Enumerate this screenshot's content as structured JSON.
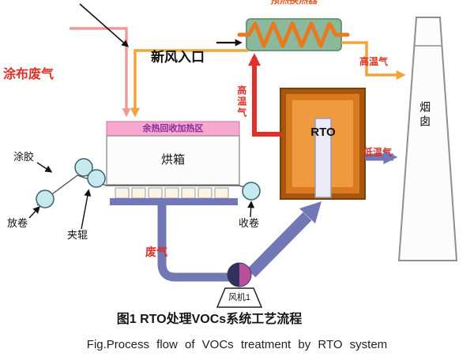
{
  "figure": {
    "caption_cn": "图1  RTO处理VOCs系统工艺流程",
    "caption_en": "Fig.Process flow of VOCs treatment by RTO system"
  },
  "labels": {
    "coating_waste_gas": "涂布废气",
    "fresh_air_inlet": "新风入口",
    "hx_partial": "预热换热器",
    "hot_gas_up": "高温气",
    "hot_gas_right": "高温气",
    "low_temp_gas": "低温气",
    "waste_gas": "废气",
    "oven": "烘箱",
    "oven_zone": "余热回收加热区",
    "rto": "RTO",
    "chimney": "烟囱",
    "fan": "风机1",
    "coating": "涂胶",
    "unwind": "放卷",
    "nip_rollers": "夹辊",
    "rewind": "收卷"
  },
  "colors": {
    "hot_red": "#e03028",
    "duct_orange": "#f2a33c",
    "duct_pink": "#ef9a9a",
    "pipe_purple": "#7277b5",
    "rto_orange": "#e8872a",
    "exchanger_green": "#8cb99b",
    "roller_cyan": "#c5e9ee",
    "oven_strip_pink": "#f6a8ce"
  }
}
